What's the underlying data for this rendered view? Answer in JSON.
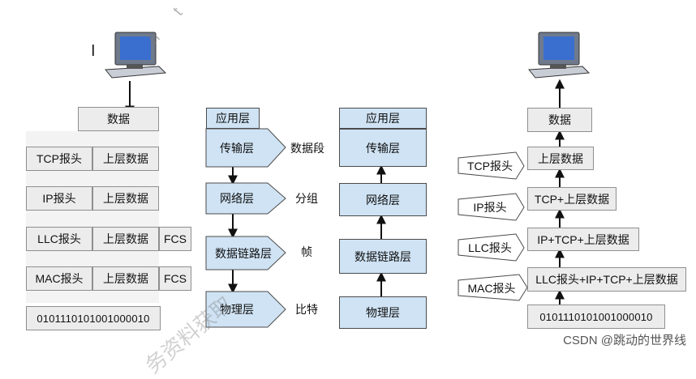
{
  "left_stack": {
    "data_label": "数据",
    "rows": [
      {
        "header": "TCP报头",
        "payload": "上层数据",
        "trailer": ""
      },
      {
        "header": "IP报头",
        "payload": "上层数据",
        "trailer": ""
      },
      {
        "header": "LLC报头",
        "payload": "上层数据",
        "trailer": "FCS"
      },
      {
        "header": "MAC报头",
        "payload": "上层数据",
        "trailer": "FCS"
      }
    ],
    "bits": "0101110101001000010"
  },
  "middle_stack": {
    "layers": [
      "应用层",
      "传输层",
      "网络层",
      "数据链路层",
      "物理层"
    ],
    "pdu_labels": [
      "数据段",
      "分组",
      "帧",
      "比特"
    ]
  },
  "receiver_stack": {
    "layers": [
      "应用层",
      "传输层",
      "网络层",
      "数据链路层",
      "物理层"
    ]
  },
  "right_stack": {
    "data_label": "数据",
    "rows": [
      {
        "tag": "TCP报头",
        "content": "上层数据"
      },
      {
        "tag": "IP报头",
        "content": "TCP+上层数据"
      },
      {
        "tag": "LLC报头",
        "content": "IP+TCP+上层数据"
      },
      {
        "tag": "MAC报头",
        "content": "LLC报头+IP+TCP+上层数据"
      }
    ],
    "bits": "0101110101001000010"
  },
  "watermark": {
    "url": "h t t p : / / l e a r n i",
    "text": "务资料获取"
  },
  "credit": "CSDN @跳动的世界线",
  "colors": {
    "blue_fill": "#cfe3f4",
    "gray_fill": "#ececec",
    "outline": "#4b4b4b"
  }
}
